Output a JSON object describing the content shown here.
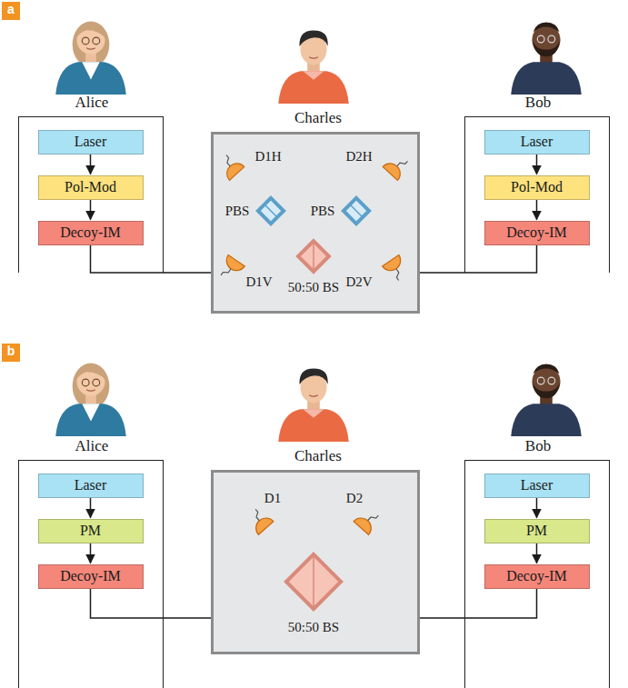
{
  "diagram": {
    "nodes": [
      {
        "text": [
          "Alice"
        ]
      },
      {
        "text": [
          "Laser"
        ],
        "in": 0
      },
      {
        "text": [
          "Pol-Mod"
        ],
        "in": 0
      },
      {
        "text": [
          "Decoy-IM"
        ],
        "in": 0
      },
      {
        "text": [
          "Charles"
        ]
      },
      {
        "text": [
          "PBS"
        ],
        "in": 4
      },
      {
        "text": [
          "PBS"
        ],
        "in": 4
      },
      {
        "text": [
          "D1H"
        ],
        "in": 4
      },
      {
        "text": [
          "D1V"
        ],
        "in": 4
      },
      {
        "text": [
          "D2H"
        ],
        "in": 4
      },
      {
        "text": [
          "D2V"
        ],
        "in": 4
      },
      {
        "text": [
          "50:50 BS"
        ],
        "in": 4
      },
      {
        "text": [
          "Bob"
        ]
      },
      {
        "text": [
          "Laser"
        ],
        "in": 12
      },
      {
        "text": [
          "Pol-Mod"
        ],
        "in": 12
      },
      {
        "text": [
          "Decoy-IM"
        ],
        "in": 12
      },
      {
        "text": [
          "Alice"
        ]
      },
      {
        "text": [
          "Laser"
        ],
        "in": 16
      },
      {
        "text": [
          "PM"
        ],
        "in": 16
      },
      {
        "text": [
          "Decoy-IM"
        ],
        "in": 16
      },
      {
        "text": [
          "Charles"
        ]
      },
      {
        "text": [
          "D1"
        ],
        "in": 20
      },
      {
        "text": [
          "D2"
        ],
        "in": 20
      },
      {
        "text": [
          "50:50 BS"
        ],
        "in": 20
      },
      {
        "text": [
          "Bob"
        ]
      },
      {
        "text": [
          "Laser"
        ],
        "in": 24
      },
      {
        "text": [
          "PM"
        ],
        "in": 24
      },
      {
        "text": [
          "Decoy-IM"
        ],
        "in": 24
      }
    ],
    "edges": [
      {
        "from": 1,
        "to": 2,
        "arrow": "to"
      },
      {
        "from": 2,
        "to": 3,
        "arrow": "to"
      },
      {
        "from": 3,
        "to": 11,
        "arrow": "to"
      },
      {
        "from": 11,
        "to": 5,
        "arrow": "to"
      },
      {
        "from": 11,
        "to": 6,
        "arrow": "to"
      },
      {
        "from": 5,
        "to": 7,
        "arrow": "to"
      },
      {
        "from": 5,
        "to": 8,
        "arrow": "to"
      },
      {
        "from": 6,
        "to": 9,
        "arrow": "to"
      },
      {
        "from": 6,
        "to": 10,
        "arrow": "to"
      },
      {
        "from": 13,
        "to": 14,
        "arrow": "to"
      },
      {
        "from": 14,
        "to": 15,
        "arrow": "to"
      },
      {
        "from": 15,
        "to": 11,
        "arrow": "to"
      },
      {
        "from": 17,
        "to": 18,
        "arrow": "to"
      },
      {
        "from": 18,
        "to": 19,
        "arrow": "to"
      },
      {
        "from": 19,
        "to": 23,
        "arrow": "to"
      },
      {
        "from": 23,
        "to": 21,
        "arrow": "to"
      },
      {
        "from": 23,
        "to": 22,
        "arrow": "to"
      },
      {
        "from": 25,
        "to": 26,
        "arrow": "to"
      },
      {
        "from": 26,
        "to": 27,
        "arrow": "to"
      },
      {
        "from": 27,
        "to": 23,
        "arrow": "to"
      }
    ],
    "labels": [
      "a",
      "b"
    ]
  }
}
